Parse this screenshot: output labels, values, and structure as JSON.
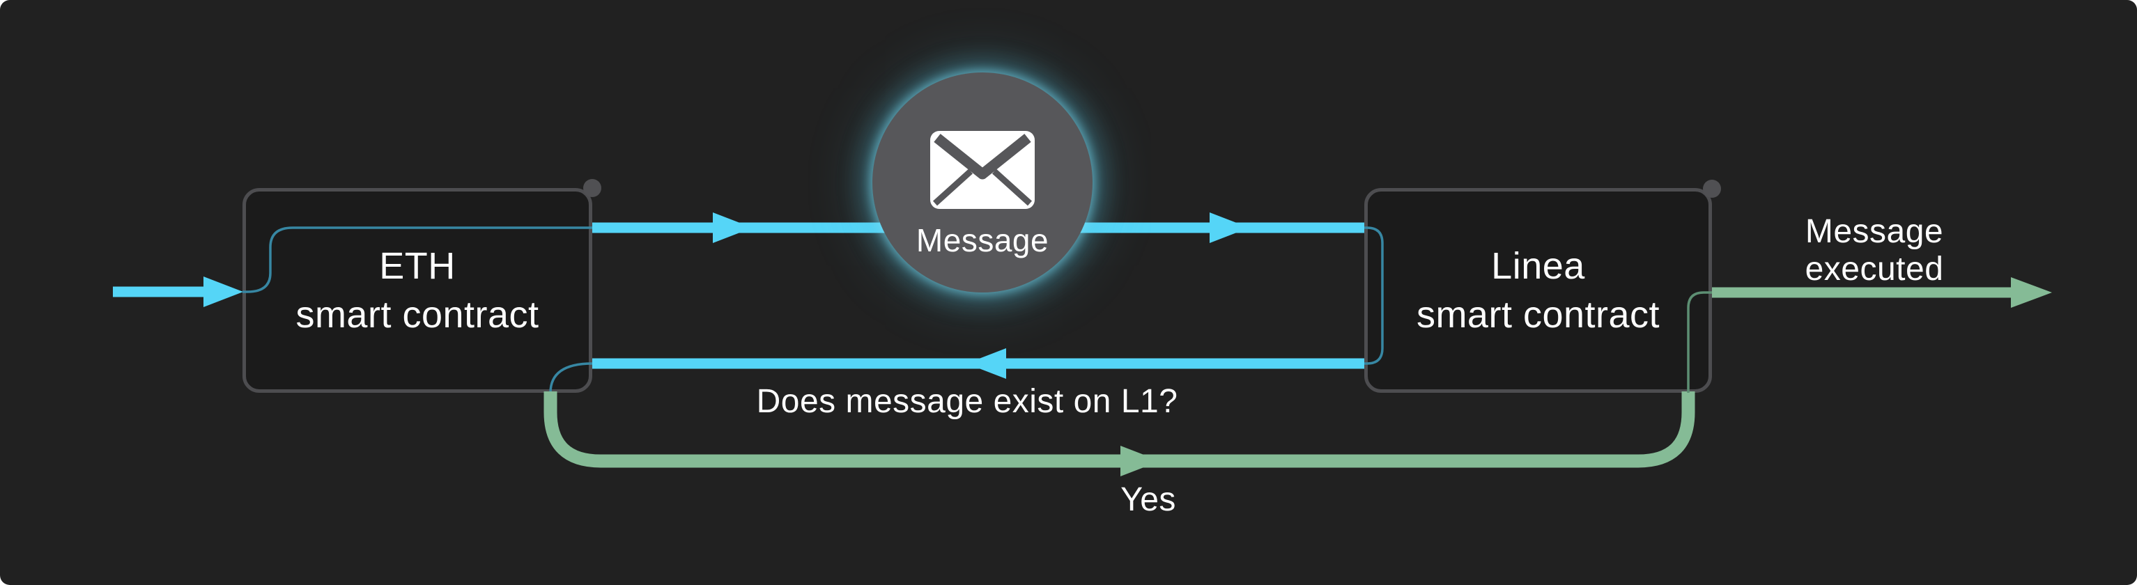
{
  "canvas": {
    "background": "#212121"
  },
  "nodes": {
    "eth": {
      "lines": [
        "ETH",
        "smart contract"
      ]
    },
    "linea": {
      "lines": [
        "Linea",
        "smart contract"
      ]
    },
    "message": {
      "label": "Message",
      "icon": "envelope-icon"
    }
  },
  "labels": {
    "question": "Does message exist on L1?",
    "yes": "Yes",
    "executed": [
      "Message",
      "executed"
    ]
  },
  "colors": {
    "blue_arrow": "#55d5f7",
    "teal_connector": "#3787a3",
    "green_arrow": "#85bb96",
    "green_connector": "#5d8f73",
    "node_border": "#4d4d50",
    "node_fill": "#1b1b1b",
    "circle_fill": "#57575a",
    "circle_glow": "#5dcdeb",
    "corner_dot": "#505053",
    "text": "#ffffff",
    "background": "#212121"
  }
}
